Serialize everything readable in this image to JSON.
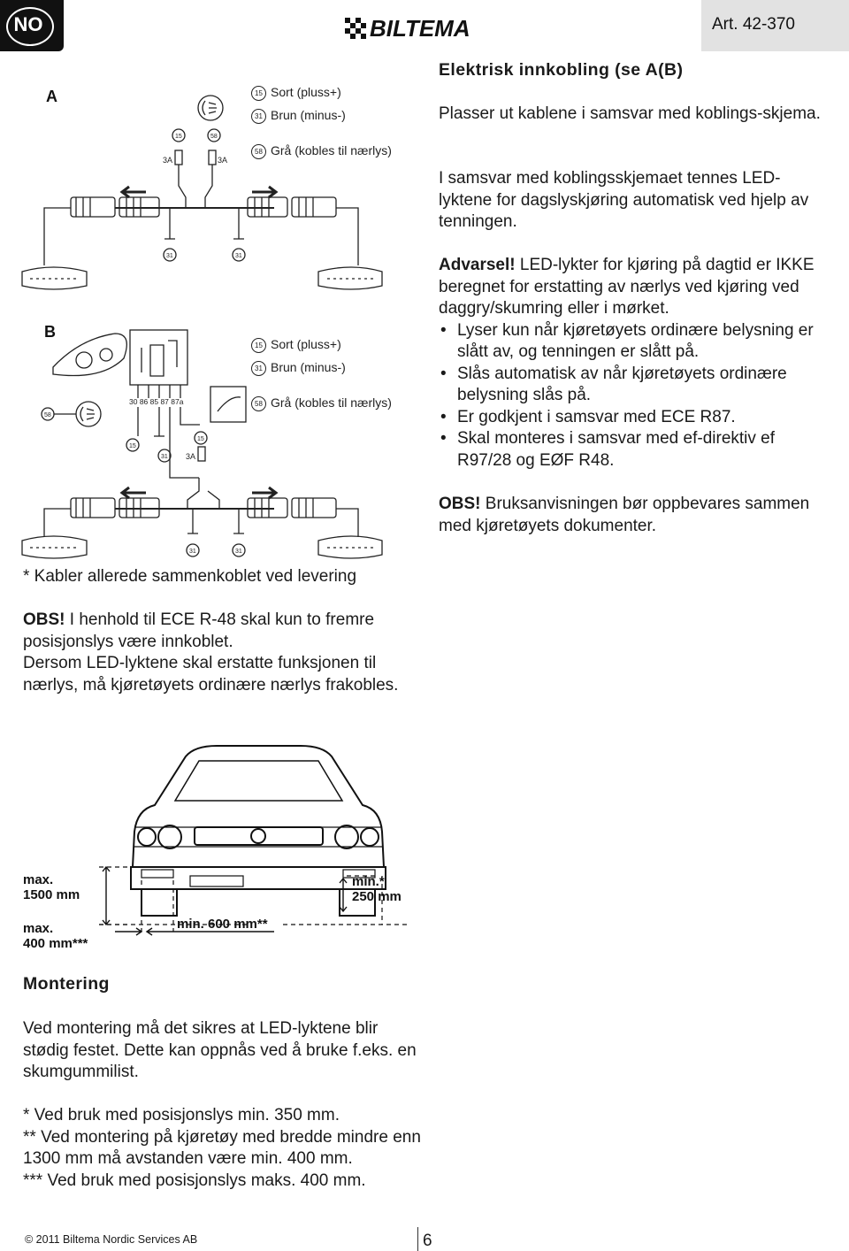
{
  "header": {
    "language_code": "NO",
    "brand": "BILTEMA",
    "article": "Art. 42-370"
  },
  "diagram": {
    "label_a": "A",
    "label_b": "B",
    "legend": [
      {
        "code": "15",
        "text": "Sort (pluss+)"
      },
      {
        "code": "31",
        "text": "Brun (minus-)"
      },
      {
        "code": "58",
        "text": "Grå (kobles til nærlys)"
      }
    ],
    "fuse_3a": "3A",
    "code_15": "15",
    "code_31": "31",
    "code_58": "58",
    "relay_terminals": "30  86  85  87  87a",
    "footnote": "* Kabler allerede sammenkoblet ved levering"
  },
  "right": {
    "heading": "Elektrisk innkobling (se A(B)",
    "p1": "Plasser ut kablene i samsvar med koblings-skjema.",
    "p2": "I samsvar med koblingsskjemaet tennes LED-lyktene for dagslyskjøring automatisk ved hjelp av tenningen.",
    "warn_lead": "Advarsel!",
    "warn_text": " LED-lykter for kjøring på dagtid er IKKE beregnet for erstatting av nærlys ved kjøring ved daggry/skumring eller i mørket.",
    "bullets": [
      "Lyser kun når kjøretøyets ordinære belysning er slått av, og tenningen er slått på.",
      "Slås automatisk av når kjøretøyets ordinære belysning slås på.",
      "Er godkjent i samsvar med ECE R87.",
      "Skal monteres i samsvar med ef-direktiv ef R97/28 og EØF R48."
    ],
    "obs_lead": "OBS!",
    "obs_text": " Bruksanvisningen bør oppbevares sammen med kjøretøyets dokumenter."
  },
  "left": {
    "obs_lead": "OBS!",
    "obs_text1": " I henhold til ECE R-48 skal kun to fremre posisjonslys være innkoblet.",
    "obs_text2": "Dersom LED-lyktene skal erstatte funksjonen til nærlys, må kjøretøyets ordinære nærlys frakobles."
  },
  "car": {
    "max_1500": "max.\n1500 mm",
    "max_1500_a": "max.",
    "max_1500_b": "1500 mm",
    "max_400_a": "max.",
    "max_400_b": "400 mm***",
    "min_600": "min. 600 mm**",
    "min_250_a": "min.*",
    "min_250_b": "250 mm"
  },
  "montering": {
    "heading": "Montering",
    "p1": "Ved montering må det sikres at LED-lyktene blir stødig festet. Dette kan oppnås ved å bruke f.eks. en skumgummilist.",
    "notes": [
      "* Ved bruk med posisjonslys min. 350 mm.",
      "** Ved montering på kjøretøy med bredde mindre enn 1300 mm må avstanden være min. 400 mm.",
      "*** Ved bruk med posisjonslys maks. 400 mm."
    ]
  },
  "footer": {
    "copyright": "© 2011 Biltema Nordic Services AB",
    "page": "6"
  }
}
